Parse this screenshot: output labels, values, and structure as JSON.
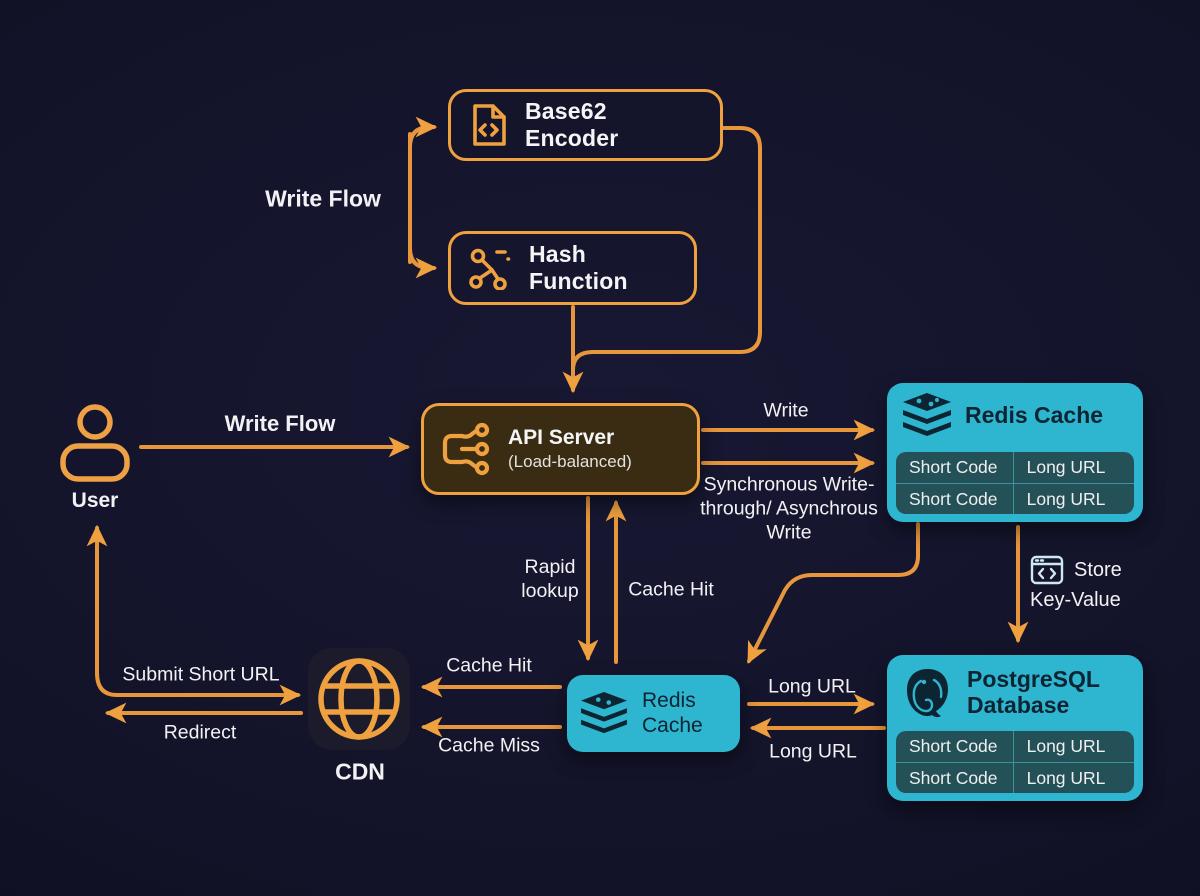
{
  "colors": {
    "background": "#111126",
    "accent_orange": "#efa03f",
    "accent_cyan": "#2eb5cf",
    "box_fill_api": "#3a2c12",
    "table_fill": "#245058",
    "dark_text_on_cyan": "#0d2433",
    "light_text": "#f2f2f4"
  },
  "diagram": {
    "boxes": {
      "base62": {
        "label": "Base62 Encoder"
      },
      "hash": {
        "label": "Hash Function"
      },
      "api": {
        "title": "API Server",
        "subtitle": "(Load-balanced)"
      },
      "redis_top": {
        "title": "Redis Cache",
        "table": [
          [
            "Short Code",
            "Long URL"
          ],
          [
            "Short Code",
            "Long URL"
          ]
        ]
      },
      "redis_mid": {
        "title": "Redis Cache"
      },
      "postgres": {
        "title": "PostgreSQL Database",
        "table": [
          [
            "Short Code",
            "Long URL"
          ],
          [
            "Short Code",
            "Long URL"
          ]
        ]
      },
      "user": {
        "label": "User"
      },
      "cdn": {
        "label": "CDN"
      }
    },
    "edge_labels": {
      "write_flow_top": "Write Flow",
      "write_flow_user": "Write Flow",
      "write": "Write",
      "sync_write": "Synchronous Write-through/ Asynchrous Write",
      "rapid_lookup": "Rapid lookup",
      "cache_hit_mid": "Cache Hit",
      "cache_hit_cdn": "Cache Hit",
      "cache_miss": "Cache Miss",
      "long_url_top": "Long URL",
      "long_url_bottom": "Long URL",
      "submit_short_url": "Submit Short URL",
      "redirect": "Redirect",
      "store": {
        "line1": "Store",
        "line2": "Key-Value"
      }
    }
  }
}
